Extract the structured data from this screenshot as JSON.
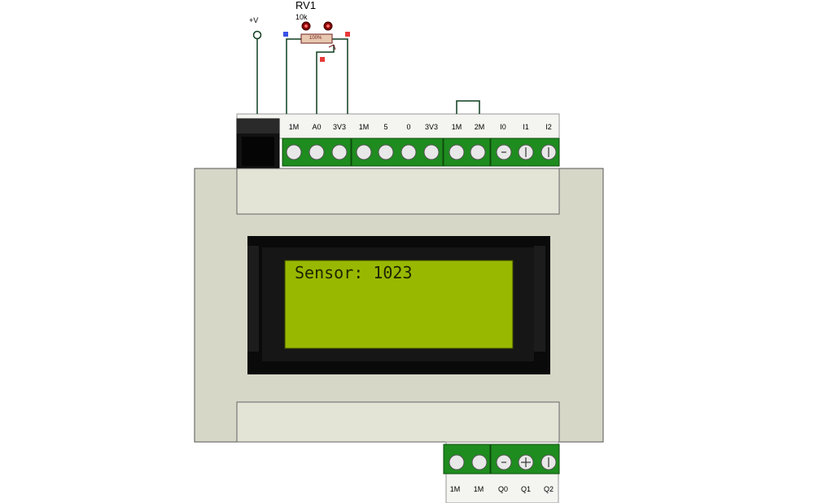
{
  "schematic": {
    "power_label": "+V",
    "pot": {
      "name": "RV1",
      "value": "10k",
      "position": "100%"
    }
  },
  "plc": {
    "top_terminal_labels": [
      "1M",
      "A0",
      "3V3",
      "1M",
      "5",
      "0",
      "3V3",
      "1M",
      "2M",
      "I0",
      "I1",
      "I2"
    ],
    "bottom_terminal_labels": [
      "1M",
      "1M",
      "Q0",
      "Q1",
      "Q2"
    ],
    "lcd": {
      "line1": "Sensor: 1023",
      "line2": ""
    }
  },
  "colors": {
    "wire": "#6e1c1c",
    "wire_green": "#0f3d1f",
    "terminal_green": "#1e8c1e",
    "lcd_background": "#98b800",
    "lcd_bezel": "#0a0a0a",
    "housing": "#d9d9cb",
    "pin_blue": "#3a52e8",
    "pin_red": "#e83a3a"
  }
}
